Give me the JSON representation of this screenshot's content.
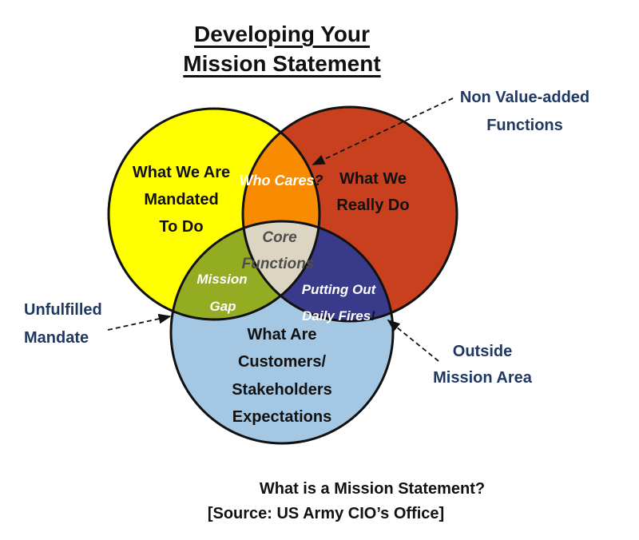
{
  "title": {
    "line1": "Developing Your",
    "line2": "Mission Statement"
  },
  "venn": {
    "circles": {
      "mandated": {
        "lines": [
          "What We Are",
          "Mandated",
          "To Do"
        ],
        "color": "#FFFF00"
      },
      "really_do": {
        "lines": [
          "What We",
          "Really Do"
        ],
        "color": "#C8401E"
      },
      "customers": {
        "lines": [
          "What Are",
          "Customers/",
          "Stakeholders",
          "Expectations"
        ],
        "color": "#A4C8E3"
      }
    },
    "overlaps": {
      "who_cares": {
        "text": "Who Cares",
        "punct": "?",
        "color": "#F98B00"
      },
      "core": {
        "lines": [
          "Core",
          "Functions"
        ],
        "color": "#DBD5C1"
      },
      "mission_gap": {
        "lines": [
          "Mission",
          "Gap"
        ],
        "color": "#93AC21"
      },
      "daily_fires": {
        "line1": "Putting Out",
        "line2": "Daily Fires",
        "punct": "!",
        "color": "#3A3A8B"
      }
    },
    "outline_color": "#111111"
  },
  "annotations": {
    "non_value": {
      "line1": "Non Value-added",
      "line2": "Functions"
    },
    "unfulfilled": {
      "line1": "Unfulfilled",
      "line2": "Mandate"
    },
    "outside": {
      "line1": "Outside",
      "line2": "Mission Area"
    }
  },
  "captions": {
    "question": "What is a Mission Statement?",
    "source": "[Source: US Army CIO’s Office]"
  },
  "colors": {
    "annotation_navy": "#1F3864",
    "core_text_gray": "#4D4D4D",
    "title_black": "#111111"
  }
}
